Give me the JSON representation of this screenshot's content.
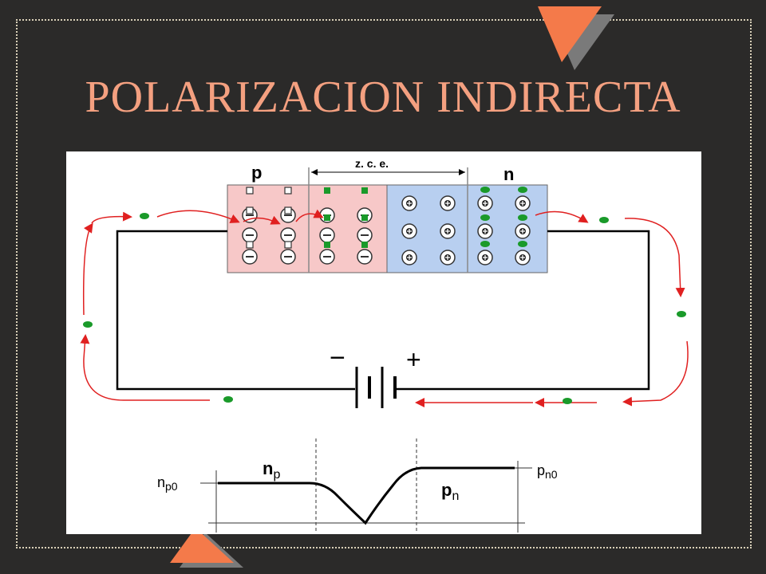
{
  "title": "POLARIZACION INDIRECTA",
  "diagram": {
    "region_p": "p",
    "region_n": "n",
    "depletion_zone": "z. c. e.",
    "battery_minus": "−",
    "battery_plus": "+"
  },
  "graph": {
    "label_np": "n",
    "label_np_sub": "p",
    "label_pn": "p",
    "label_pn_sub": "n",
    "label_np0": "n",
    "label_np0_sub": "p0",
    "label_pn0": "p",
    "label_pn0_sub": "n0"
  },
  "colors": {
    "background": "#2b2a29",
    "title": "#f4a080",
    "p_region": "#f7c8c8",
    "n_region": "#b8cff0",
    "carrier": "#1a8a1a",
    "flow_arrow": "#e02020",
    "accent_triangle": "#f47a4a"
  }
}
